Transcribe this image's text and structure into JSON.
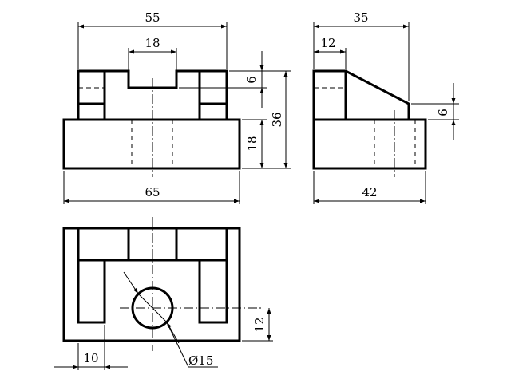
{
  "drawing": {
    "type": "three-view engineering drawing",
    "colors": {
      "line": "#000000",
      "background": "#ffffff"
    },
    "dimensions": {
      "front_width_top": "55",
      "front_slot_width": "18",
      "front_top_step": "6",
      "front_total_height": "36",
      "front_base_height": "18",
      "front_width_base": "65",
      "side_top_width": "35",
      "side_top_flat": "12",
      "side_step": "6",
      "side_width": "42",
      "top_offset": "12",
      "top_post_width": "10",
      "hole_diameter": "Ø15"
    }
  }
}
